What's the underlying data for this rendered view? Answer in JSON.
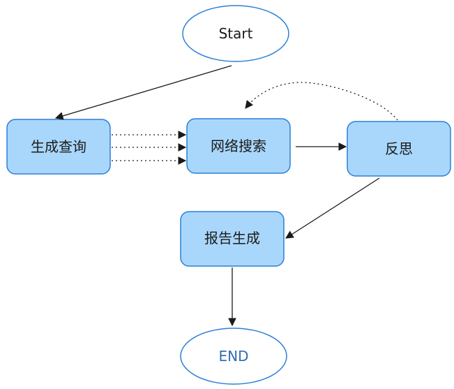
{
  "diagram": {
    "start": {
      "label": "Start"
    },
    "end": {
      "label": "END"
    },
    "nodes": {
      "generate_query": {
        "label": "生成查询"
      },
      "web_search": {
        "label": "网络搜索"
      },
      "reflect": {
        "label": "反思"
      },
      "report": {
        "label": "报告生成"
      }
    },
    "edges": [
      {
        "from": "start",
        "to": "generate_query",
        "style": "solid"
      },
      {
        "from": "generate_query",
        "to": "web_search",
        "style": "dotted",
        "count": 3
      },
      {
        "from": "web_search",
        "to": "reflect",
        "style": "solid"
      },
      {
        "from": "reflect",
        "to": "web_search",
        "style": "dotted"
      },
      {
        "from": "reflect",
        "to": "report",
        "style": "solid"
      },
      {
        "from": "report",
        "to": "end",
        "style": "solid"
      }
    ],
    "colors": {
      "node_fill": "#a9d7fb",
      "node_stroke": "#2c7fd6",
      "ellipse_stroke": "#2c7fd6",
      "end_text": "#2f6fb5",
      "edge": "#1a1a1a"
    }
  }
}
